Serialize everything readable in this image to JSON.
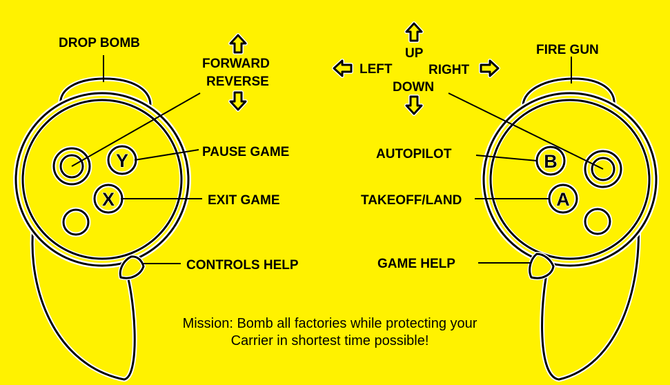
{
  "colors": {
    "background": "#FFF200",
    "line": "#000000",
    "outline": "#FFFFFF"
  },
  "left_controller": {
    "labels": {
      "trigger": "DROP BOMB",
      "forward": "FORWARD",
      "reverse": "REVERSE",
      "y": "PAUSE GAME",
      "x": "EXIT GAME",
      "menu": "CONTROLS HELP"
    },
    "buttons": {
      "y": "Y",
      "x": "X"
    }
  },
  "right_controller": {
    "labels": {
      "up": "UP",
      "left": "LEFT",
      "right": "RIGHT",
      "down": "DOWN",
      "trigger": "FIRE GUN",
      "b": "AUTOPILOT",
      "a": "TAKEOFF/LAND",
      "menu": "GAME HELP"
    },
    "buttons": {
      "b": "B",
      "a": "A"
    }
  },
  "arrow_icons": [
    "arrow-up-icon",
    "arrow-down-icon",
    "arrow-left-icon",
    "arrow-right-icon"
  ],
  "mission": "Mission: Bomb all factories while protecting your Carrier in shortest time possible!"
}
